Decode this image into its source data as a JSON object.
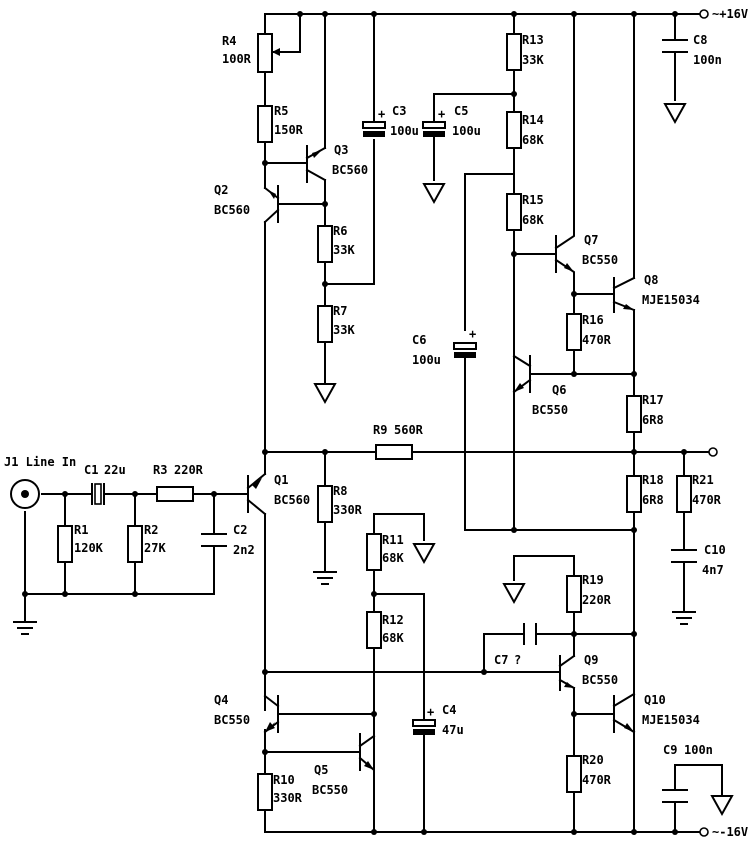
{
  "rails": {
    "pos": "~+16V",
    "neg": "~-16V"
  },
  "input_connector": "J1 Line In",
  "components": {
    "R1": {
      "ref": "R1",
      "value": "120K"
    },
    "R2": {
      "ref": "R2",
      "value": "27K"
    },
    "R3": {
      "ref": "R3",
      "value": "220R"
    },
    "R4": {
      "ref": "R4",
      "value": "100R"
    },
    "R5": {
      "ref": "R5",
      "value": "150R"
    },
    "R6": {
      "ref": "R6",
      "value": "33K"
    },
    "R7": {
      "ref": "R7",
      "value": "33K"
    },
    "R8": {
      "ref": "R8",
      "value": "330R"
    },
    "R9": {
      "ref": "R9",
      "value": "560R"
    },
    "R10": {
      "ref": "R10",
      "value": "330R"
    },
    "R11": {
      "ref": "R11",
      "value": "68K"
    },
    "R12": {
      "ref": "R12",
      "value": "68K"
    },
    "R13": {
      "ref": "R13",
      "value": "33K"
    },
    "R14": {
      "ref": "R14",
      "value": "68K"
    },
    "R15": {
      "ref": "R15",
      "value": "68K"
    },
    "R16": {
      "ref": "R16",
      "value": "470R"
    },
    "R17": {
      "ref": "R17",
      "value": "6R8"
    },
    "R18": {
      "ref": "R18",
      "value": "6R8"
    },
    "R19": {
      "ref": "R19",
      "value": "220R"
    },
    "R20": {
      "ref": "R20",
      "value": "470R"
    },
    "R21": {
      "ref": "R21",
      "value": "470R"
    },
    "C1": {
      "ref": "C1",
      "value": "22u"
    },
    "C2": {
      "ref": "C2",
      "value": "2n2"
    },
    "C3": {
      "ref": "C3",
      "value": "100u"
    },
    "C4": {
      "ref": "C4",
      "value": "47u"
    },
    "C5": {
      "ref": "C5",
      "value": "100u"
    },
    "C6": {
      "ref": "C6",
      "value": "100u"
    },
    "C7": {
      "ref": "C7",
      "value": "?"
    },
    "C8": {
      "ref": "C8",
      "value": "100n"
    },
    "C9": {
      "ref": "C9",
      "value": "100n"
    },
    "C10": {
      "ref": "C10",
      "value": "4n7"
    },
    "Q1": {
      "ref": "Q1",
      "value": "BC560"
    },
    "Q2": {
      "ref": "Q2",
      "value": "BC560"
    },
    "Q3": {
      "ref": "Q3",
      "value": "BC560"
    },
    "Q4": {
      "ref": "Q4",
      "value": "BC550"
    },
    "Q5": {
      "ref": "Q5",
      "value": "BC550"
    },
    "Q6": {
      "ref": "Q6",
      "value": "BC550"
    },
    "Q7": {
      "ref": "Q7",
      "value": "BC550"
    },
    "Q8": {
      "ref": "Q8",
      "value": "MJE15034"
    },
    "Q9": {
      "ref": "Q9",
      "value": "BC550"
    },
    "Q10": {
      "ref": "Q10",
      "value": "MJE15034"
    }
  }
}
